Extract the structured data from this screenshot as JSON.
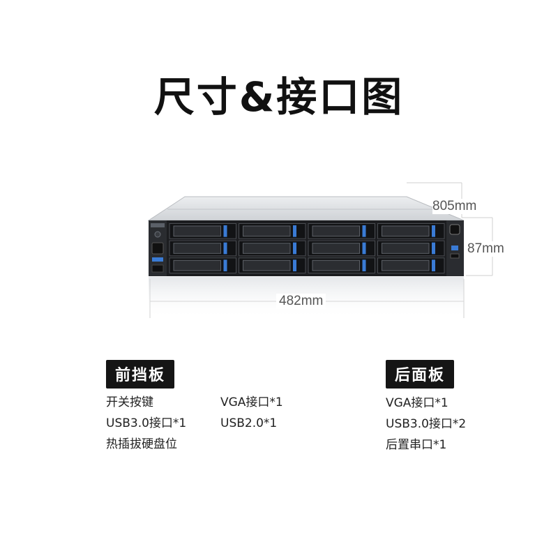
{
  "title": "尺寸&接口图",
  "dimensions": {
    "depth": "805mm",
    "height": "87mm",
    "width": "482mm"
  },
  "front_panel": {
    "heading": "前挡板",
    "column1": [
      "开关按键",
      "USB3.0接口*1",
      "热插拔硬盘位"
    ],
    "column2": [
      "VGA接口*1",
      "USB2.0*1"
    ]
  },
  "rear_panel": {
    "heading": "后面板",
    "items": [
      "VGA接口*1",
      "USB3.0接口*2",
      "后置串口*1"
    ]
  },
  "drive_bays": {
    "rows": 3,
    "columns": 4
  },
  "colors": {
    "chassis_top": "#d9dbde",
    "front_bezel": "#1c1d20",
    "accent_blue": "#3a7bd5"
  }
}
